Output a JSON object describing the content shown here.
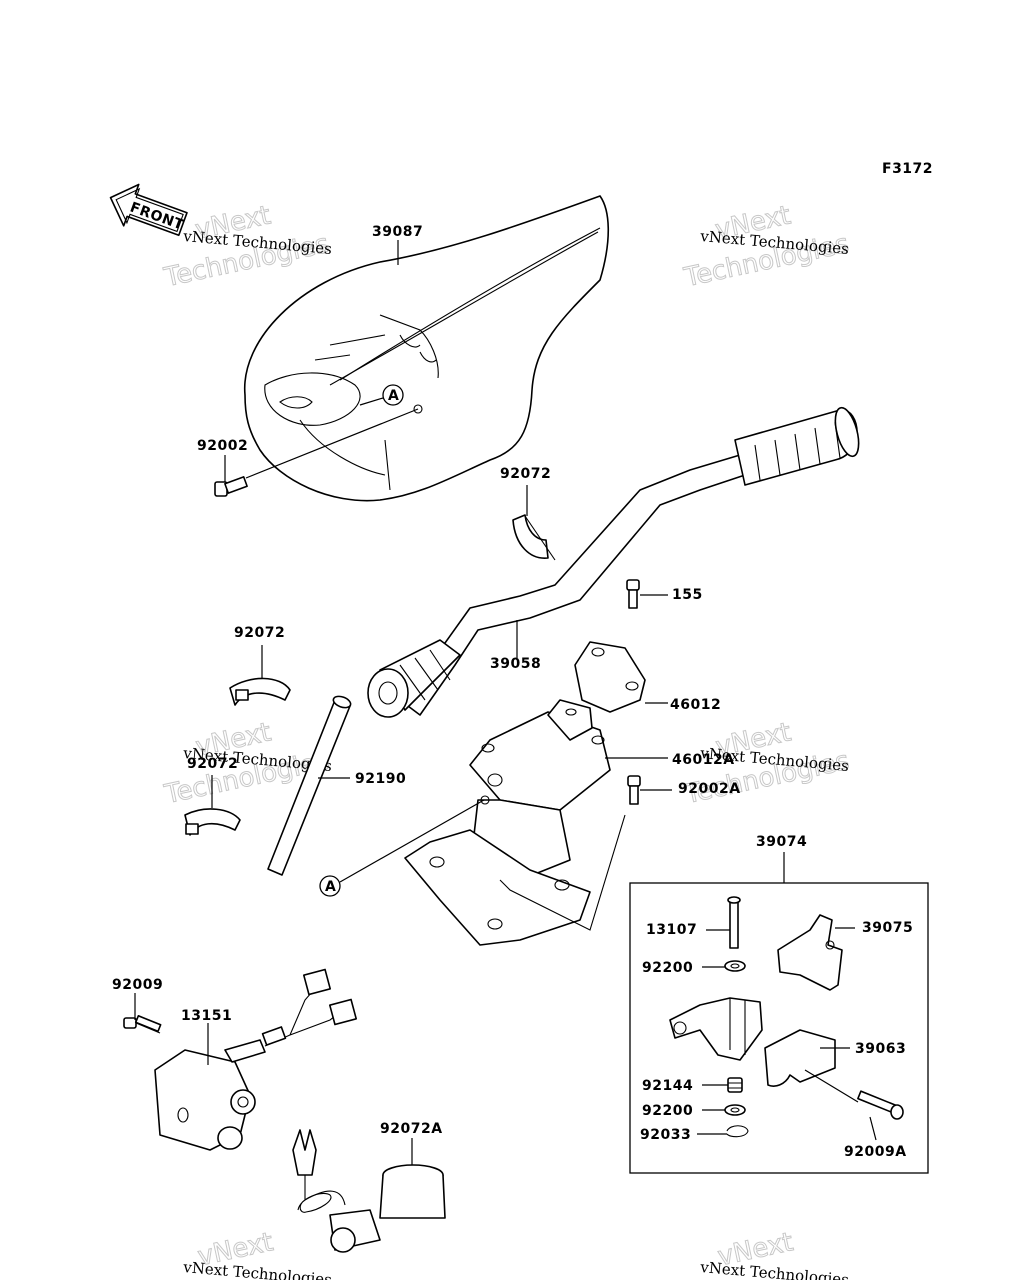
{
  "figure_code": "F3172",
  "front_label": "FRONT",
  "ref_marker": "A",
  "watermark": {
    "company": "vNext Technologies",
    "brand_top": "vNext",
    "brand_bottom": "Technologies"
  },
  "parts": {
    "p39087": "39087",
    "p92002": "92002",
    "p92072_top": "92072",
    "p155": "155",
    "p39058": "39058",
    "p92072_left": "92072",
    "p46012": "46012",
    "p92072_mid": "92072",
    "p92190": "92190",
    "p46012A": "46012A",
    "p92002A": "92002A",
    "p39074": "39074",
    "p13107": "13107",
    "p39075": "39075",
    "p92200_a": "92200",
    "p92009": "92009",
    "p13151": "13151",
    "p39063": "39063",
    "p92144": "92144",
    "p92200_b": "92200",
    "p92033": "92033",
    "p92009A": "92009A",
    "p92072A": "92072A"
  }
}
